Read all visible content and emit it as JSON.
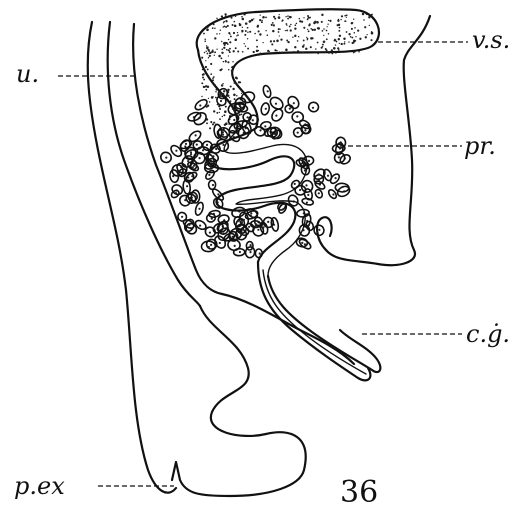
{
  "figure_number": "36",
  "labels": {
    "u": "u.",
    "vs": "v.s.",
    "pr": "pr.",
    "cg": "c.ġ.",
    "pex": "p.ex"
  }
}
